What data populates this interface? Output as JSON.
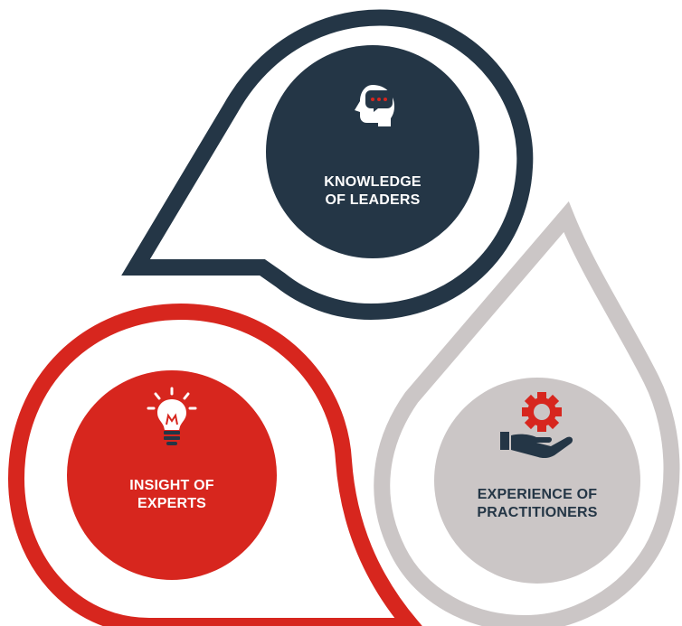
{
  "nodes": [
    {
      "id": "leaders",
      "label_line1": "KNOWLEDGE",
      "label_line2": "OF LEADERS",
      "icon": "head-speech-bubble-icon",
      "fill_color": "#243646",
      "outline_color": "#243646",
      "text_color": "#ffffff"
    },
    {
      "id": "experts",
      "label_line1": "INSIGHT OF",
      "label_line2": "EXPERTS",
      "icon": "lightbulb-icon",
      "fill_color": "#d7261e",
      "outline_color": "#d7261e",
      "text_color": "#ffffff"
    },
    {
      "id": "practitioners",
      "label_line1": "EXPERIENCE OF",
      "label_line2": "PRACTITIONERS",
      "icon": "hand-gear-icon",
      "fill_color": "#cbc6c6",
      "outline_color": "#cbc6c6",
      "text_color": "#243646"
    }
  ],
  "accent_red": "#d7261e",
  "navy": "#243646"
}
